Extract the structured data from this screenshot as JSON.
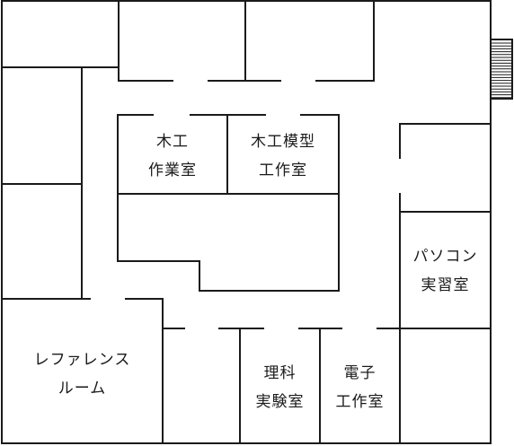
{
  "rooms": {
    "woodwork": {
      "line1": "木工",
      "line2": "作業室"
    },
    "woodwork_model": {
      "line1": "木工模型",
      "line2": "工作室"
    },
    "pc_lab": {
      "line1": "パソコン",
      "line2": "実習室"
    },
    "reference": {
      "line1": "レファレンス",
      "line2": "ルーム"
    },
    "science": {
      "line1": "理科",
      "line2": "実験室"
    },
    "electronics": {
      "line1": "電子",
      "line2": "工作室"
    }
  }
}
